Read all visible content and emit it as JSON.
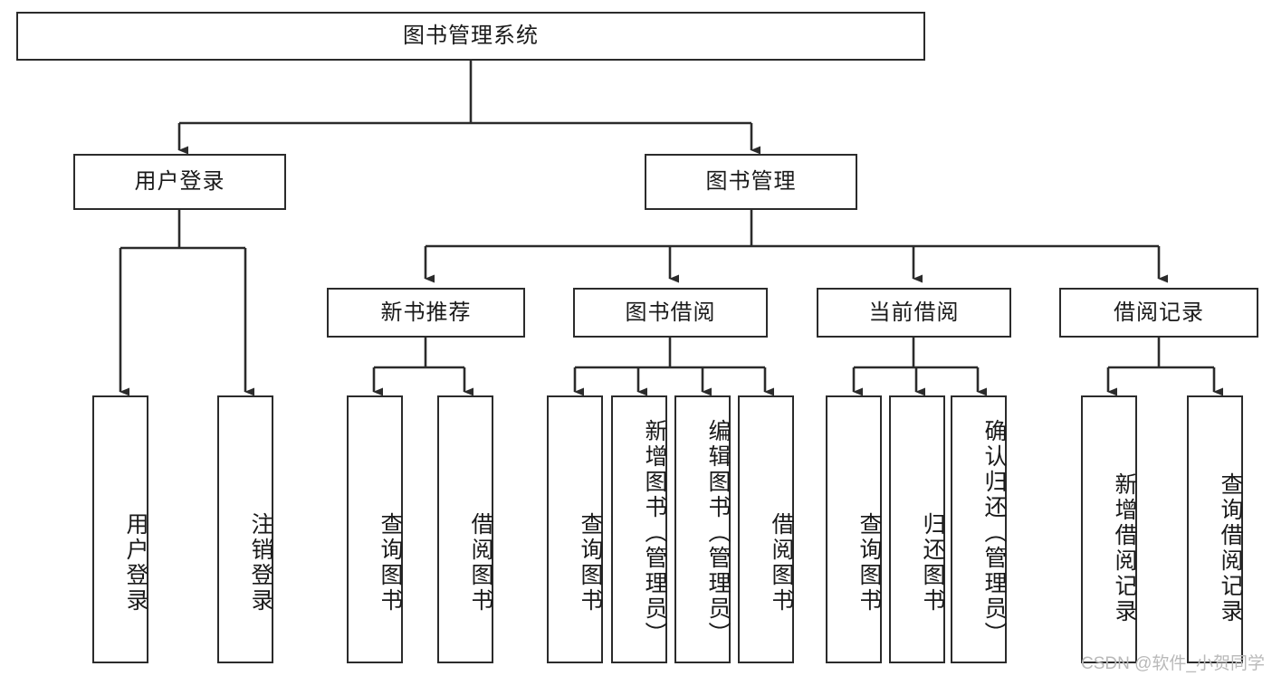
{
  "diagram": {
    "title": "图书管理系统",
    "type": "tree",
    "stroke_color": "#2b2b2b",
    "background_color": "#ffffff",
    "nodes": {
      "root": {
        "label": "图书管理系统"
      },
      "level2": [
        {
          "id": "user-login",
          "label": "用户登录"
        },
        {
          "id": "book-management",
          "label": "图书管理"
        }
      ],
      "level3": [
        {
          "id": "new-book-recommend",
          "label": "新书推荐"
        },
        {
          "id": "book-borrow",
          "label": "图书借阅"
        },
        {
          "id": "current-borrow",
          "label": "当前借阅"
        },
        {
          "id": "borrow-record",
          "label": "借阅记录"
        }
      ],
      "leaves": [
        {
          "id": "leaf-user-login",
          "label": "用户登录",
          "parent": "user-login"
        },
        {
          "id": "leaf-logout-login",
          "label": "注销登录",
          "parent": "user-login"
        },
        {
          "id": "leaf-query-book-1",
          "label": "查询图书",
          "parent": "new-book-recommend"
        },
        {
          "id": "leaf-borrow-book-1",
          "label": "借阅图书",
          "parent": "new-book-recommend"
        },
        {
          "id": "leaf-query-book-2",
          "label": "查询图书",
          "parent": "book-borrow"
        },
        {
          "id": "leaf-add-book",
          "label": "新增图书（管理员）",
          "parent": "book-borrow"
        },
        {
          "id": "leaf-edit-book",
          "label": "编辑图书（管理员）",
          "parent": "book-borrow"
        },
        {
          "id": "leaf-borrow-book-2",
          "label": "借阅图书",
          "parent": "book-borrow"
        },
        {
          "id": "leaf-query-book-3",
          "label": "查询图书",
          "parent": "current-borrow"
        },
        {
          "id": "leaf-return-book",
          "label": "归还图书",
          "parent": "current-borrow"
        },
        {
          "id": "leaf-confirm-return",
          "label": "确认归还（管理员）",
          "parent": "current-borrow"
        },
        {
          "id": "leaf-add-record",
          "label": "新增借阅记录",
          "parent": "borrow-record"
        },
        {
          "id": "leaf-query-record",
          "label": "查询借阅记录",
          "parent": "borrow-record"
        }
      ]
    }
  },
  "watermark": {
    "text": "CSDN @软件_小贺同学"
  }
}
